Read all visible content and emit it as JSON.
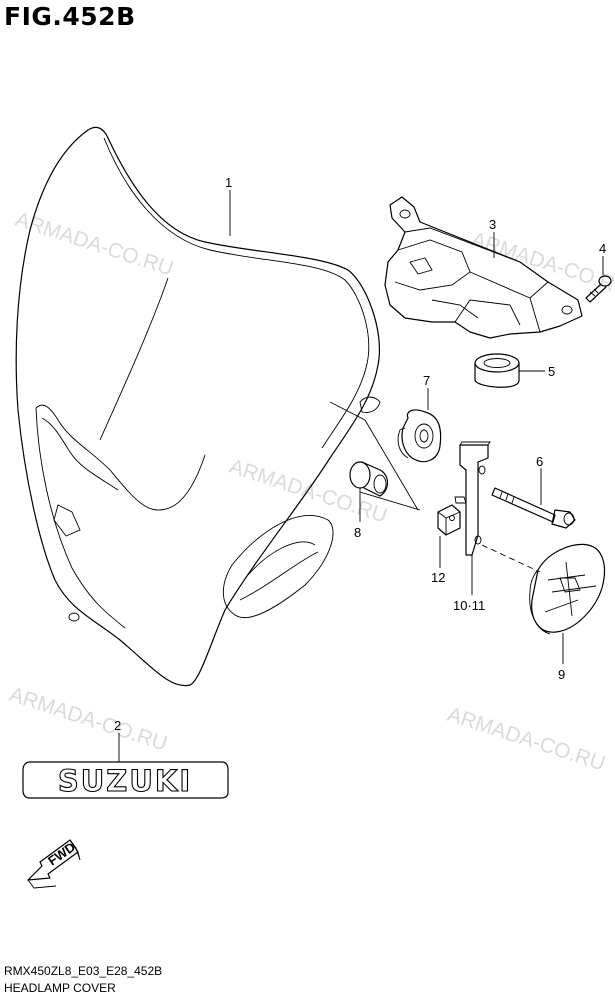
{
  "figure": {
    "title": "FIG.452B",
    "footer_code": "RMX450ZL8_E03_E28_452B",
    "footer_name": "HEADLAMP COVER"
  },
  "watermark_text": "ARMADA-CO.RU",
  "emblem_text": "SUZUKI",
  "fwd_text": "FWD",
  "callouts": {
    "c1": "1",
    "c2": "2",
    "c3": "3",
    "c4": "4",
    "c5": "5",
    "c6": "6",
    "c7": "7",
    "c8": "8",
    "c9": "9",
    "c1011": "10·11",
    "c12": "12"
  }
}
